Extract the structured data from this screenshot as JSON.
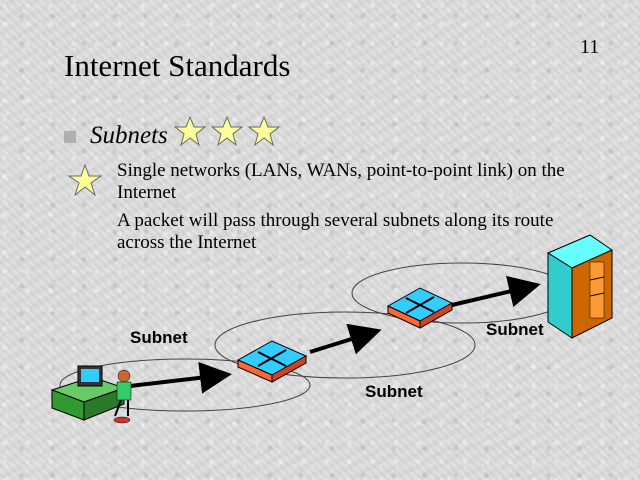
{
  "slide": {
    "number": "11",
    "title": "Internet Standards",
    "heading": "Subnets",
    "points": [
      "Single networks (LANs, WANs, point-to-point link) on the Internet",
      "A packet will pass through several subnets along its route across the Internet"
    ]
  },
  "diagram": {
    "subnet_labels": [
      "Subnet",
      "Subnet",
      "Subnet"
    ]
  },
  "colors": {
    "star_fill": "#ffff99",
    "router": "#ff6633",
    "router_face": "#33ccff",
    "server": "#33cccc"
  }
}
